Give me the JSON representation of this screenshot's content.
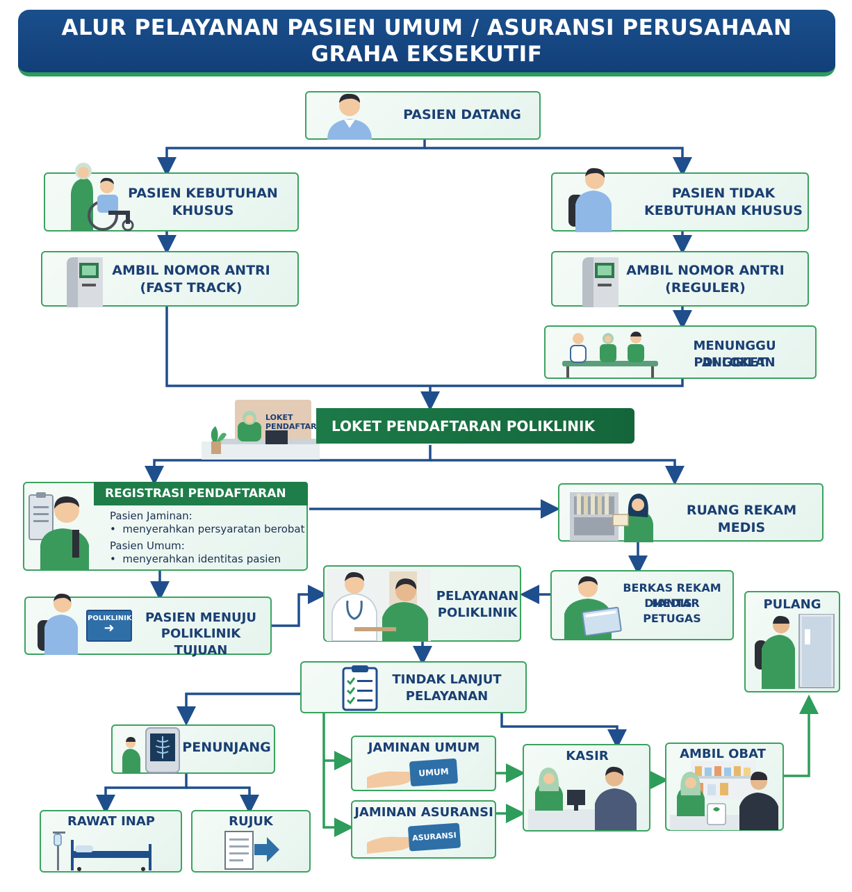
{
  "title": {
    "line1": "ALUR PELAYANAN PASIEN UMUM / ASURANSI PERUSAHAAN",
    "line2": "GRAHA EKSEKUTIF"
  },
  "nodes": {
    "pasien_datang": "PASIEN DATANG",
    "kebutuhan_khusus": {
      "line1": "PASIEN KEBUTUHAN",
      "line2": "KHUSUS"
    },
    "tidak_kebutuhan_khusus": {
      "line1": "PASIEN TIDAK",
      "line2": "KEBUTUHAN KHUSUS"
    },
    "antri_fast": {
      "line1": "AMBIL NOMOR ANTRI",
      "line2": "(FAST TRACK)"
    },
    "antri_reguler": {
      "line1": "AMBIL NOMOR ANTRI",
      "line2": "(REGULER)"
    },
    "menunggu": {
      "line1": "MENUNGGU PANGGILAN",
      "line2": "DI LOKET"
    },
    "loket": "LOKET  PENDAFTARAN POLIKLINIK",
    "loket_sign": {
      "line1": "LOKET",
      "line2": "PENDAFTARAN"
    },
    "registrasi": {
      "title": "REGISTRASI PENDAFTARAN",
      "jaminan_label": "Pasien Jaminan:",
      "jaminan_item": "menyerahkan persyaratan berobat",
      "umum_label": "Pasien Umum:",
      "umum_item": "menyerahkan identitas pasien",
      "bullet": "•"
    },
    "rekam_medis": "RUANG REKAM MEDIS",
    "berkas": {
      "line1": "BERKAS REKAM MEDIS",
      "line2": "DIANTAR PETUGAS"
    },
    "menuju_poli": {
      "line1": "PASIEN MENUJU",
      "line2": "POLIKLINIK TUJUAN",
      "sign": "POLIKLINIK"
    },
    "pelayanan": {
      "line1": "PELAYANAN",
      "line2": "POLIKLINIK"
    },
    "pulang": "PULANG",
    "tindak_lanjut": {
      "line1": "TINDAK LANJUT",
      "line2": "PELAYANAN"
    },
    "penunjang": "PENUNJANG",
    "rawat_inap": "RAWAT INAP",
    "rujuk": "RUJUK",
    "jaminan_umum": {
      "title": "JAMINAN UMUM",
      "card": "UMUM"
    },
    "jaminan_asuransi": {
      "title": "JAMINAN ASURANSI",
      "card": "ASURANSI"
    },
    "kasir": "KASIR",
    "ambil_obat": "AMBIL OBAT"
  },
  "colors": {
    "navy": "#1a4f8c",
    "green": "#2e9c5a",
    "arrow_blue": "#1f4e8c",
    "arrow_green": "#2e9c5a",
    "text": "#1a3f73"
  }
}
